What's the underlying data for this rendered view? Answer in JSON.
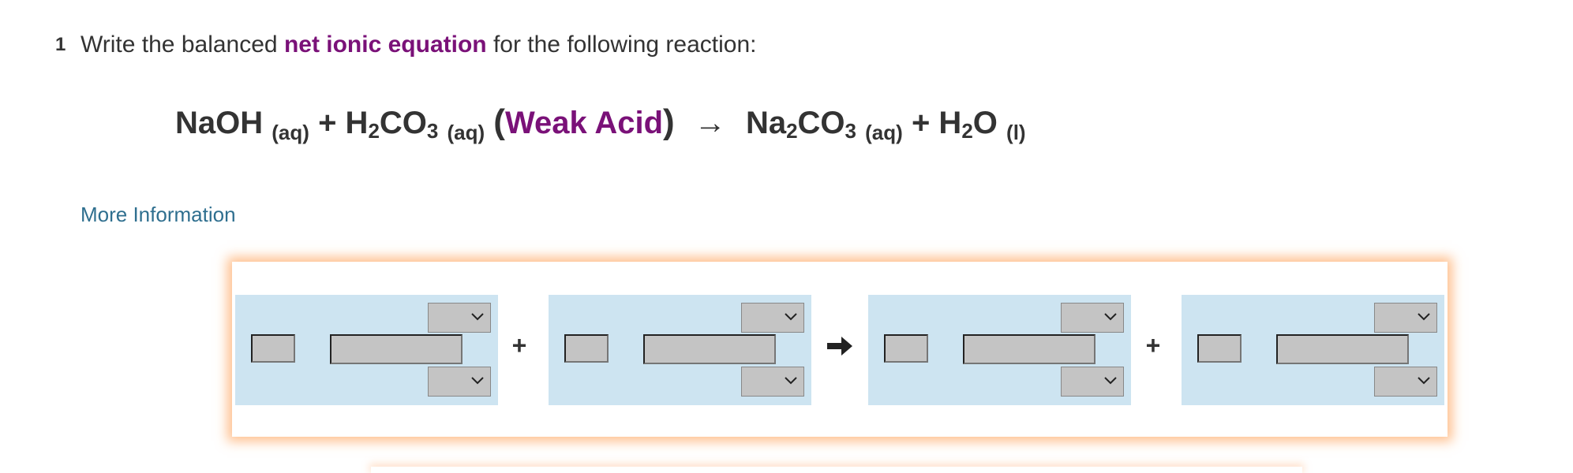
{
  "question": {
    "number": "1",
    "prompt_before": "Write the balanced ",
    "prompt_highlight": "net ionic equation",
    "prompt_after": " for the following reaction:"
  },
  "equation": {
    "r1": "NaOH",
    "r1_state": "(aq)",
    "plus1": "+",
    "r2_a": "H",
    "r2_sub1": "2",
    "r2_b": "CO",
    "r2_sub2": "3",
    "r2_state": "(aq)",
    "paren_open": "(",
    "weak_label": "Weak Acid",
    "paren_close": ")",
    "arrow": "→",
    "p1_a": "Na",
    "p1_sub1": "2",
    "p1_b": "CO",
    "p1_sub2": "3",
    "p1_state": "(aq)",
    "plus2": "+",
    "p2_a": "H",
    "p2_sub1": "2",
    "p2_b": "O",
    "p2_state": "(l)"
  },
  "more_information": "More Information",
  "answer": {
    "operators": [
      "+",
      "+"
    ],
    "terms": [
      {
        "coefficient": "",
        "formula": "",
        "charge_select": "",
        "state_select": ""
      },
      {
        "coefficient": "",
        "formula": "",
        "charge_select": "",
        "state_select": ""
      },
      {
        "coefficient": "",
        "formula": "",
        "charge_select": "",
        "state_select": ""
      },
      {
        "coefficient": "",
        "formula": "",
        "charge_select": "",
        "state_select": ""
      }
    ]
  },
  "colors": {
    "highlight": "#7a1178",
    "link": "#2f6f8f",
    "term_bg": "#cde4f1",
    "panel_glow": "#ff8c32"
  },
  "icons": [
    "chevron-down-icon",
    "right-arrow-icon"
  ]
}
